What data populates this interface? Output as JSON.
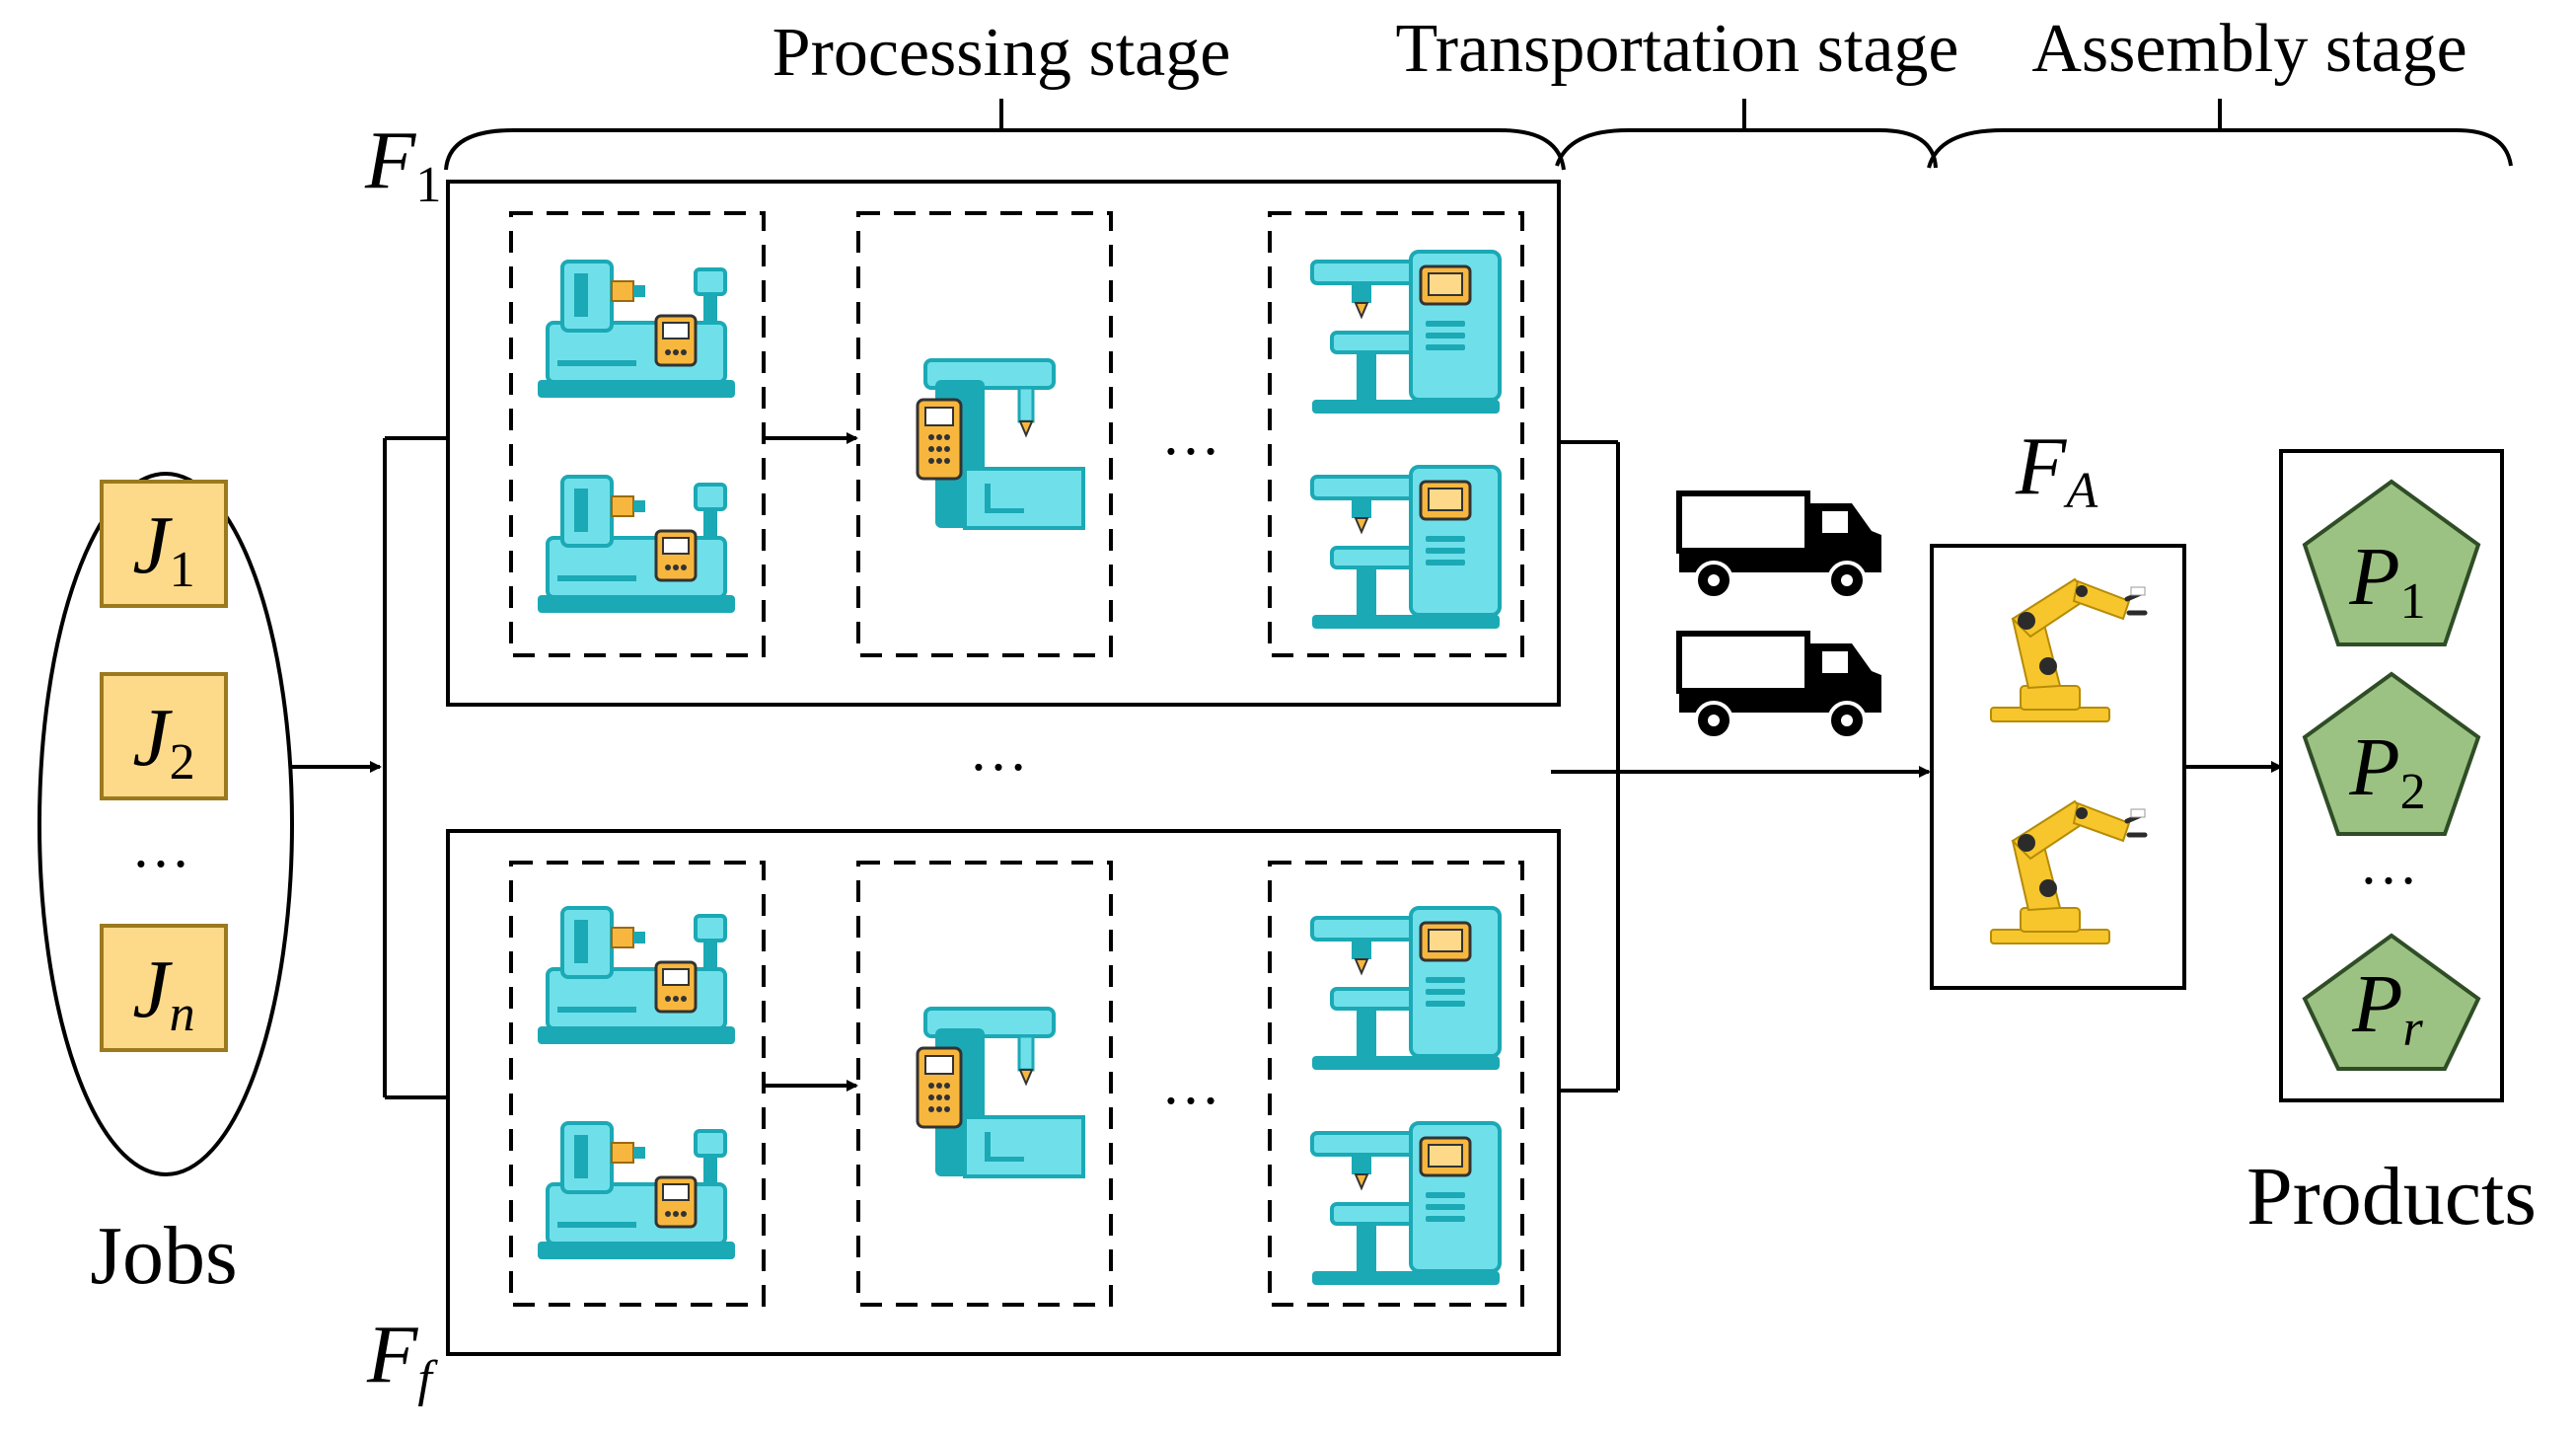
{
  "stages": {
    "processing": "Processing stage",
    "transportation": "Transportation stage",
    "assembly": "Assembly stage"
  },
  "jobs": {
    "label": "Jobs",
    "items": [
      {
        "letter": "J",
        "sub": "1"
      },
      {
        "letter": "J",
        "sub": "2"
      },
      {
        "letter": "J",
        "sub": "n"
      }
    ],
    "ellipsis": "…"
  },
  "factories": {
    "top": {
      "letter": "F",
      "sub": "1"
    },
    "bottom": {
      "letter": "F",
      "sub": "f"
    },
    "between_ellipsis": "…",
    "machine_ellipsis": "…"
  },
  "assembly": {
    "label": {
      "letter": "F",
      "sub": "A"
    }
  },
  "products": {
    "label": "Products",
    "items": [
      {
        "letter": "P",
        "sub": "1"
      },
      {
        "letter": "P",
        "sub": "2"
      },
      {
        "letter": "P",
        "sub": "r"
      }
    ],
    "ellipsis": "…"
  },
  "colors": {
    "job_fill": "#fdd98a",
    "job_stroke": "#9a7a1d",
    "product_fill": "#9cc283",
    "product_stroke": "#2f4d26",
    "machine_light": "#6fe0ea",
    "machine_dark": "#1ba9b5",
    "machine_panel": "#f7b73e",
    "robot_yellow": "#f7c62c",
    "robot_dark": "#2b2b2b"
  },
  "icons": {
    "lathe": "lathe-machine-icon",
    "drill": "drill-press-icon",
    "mill": "milling-machine-icon",
    "truck": "truck-icon",
    "robot": "robot-arm-icon"
  }
}
